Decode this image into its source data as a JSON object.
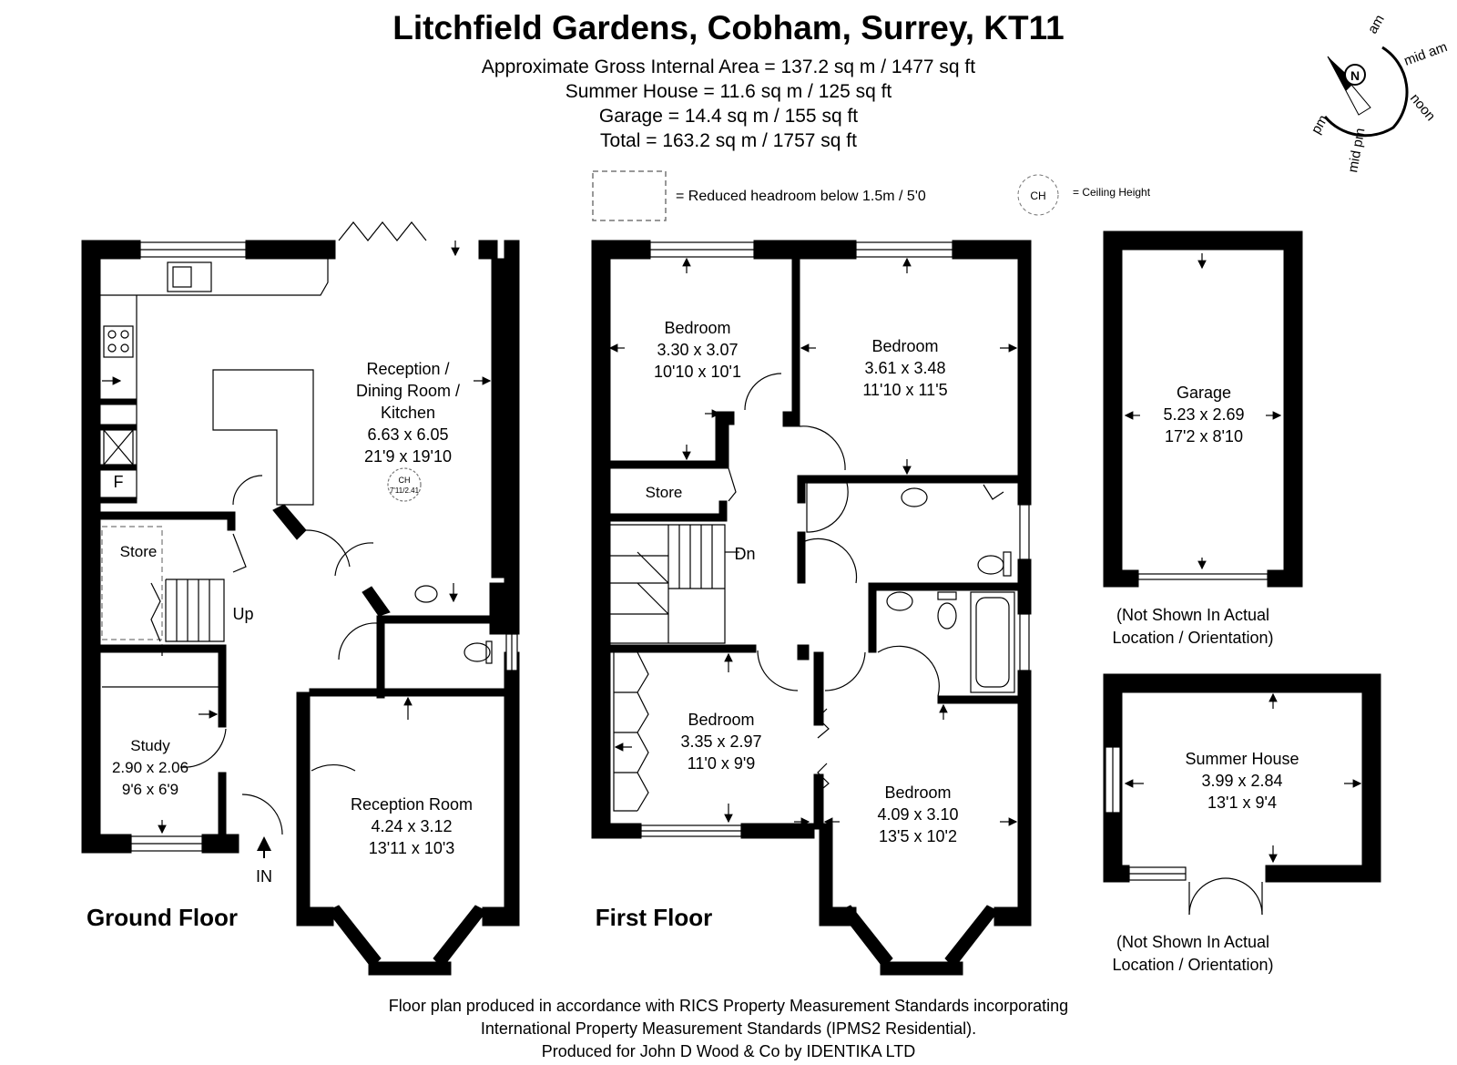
{
  "title": "Litchfield Gardens, Cobham, Surrey, KT11",
  "areas": [
    "Approximate Gross Internal Area = 137.2 sq m / 1477 sq ft",
    "Summer House = 11.6 sq m / 125 sq ft",
    "Garage = 14.4 sq m / 155 sq ft",
    "Total = 163.2 sq m / 1757 sq ft"
  ],
  "legend": {
    "reduced_headroom": "= Reduced headroom below 1.5m / 5'0",
    "ch_symbol": "CH",
    "ceiling_height": "= Ceiling Height"
  },
  "compass": {
    "north": "N",
    "am": "am",
    "mid_am": "mid am",
    "noon": "noon",
    "mid_pm": "mid pm",
    "pm": "pm"
  },
  "ground_floor": {
    "label": "Ground Floor",
    "reception_dining": {
      "name_1": "Reception /",
      "name_2": "Dining Room /",
      "name_3": "Kitchen",
      "metric": "6.63 x 6.05",
      "imperial": "21'9 x 19'10"
    },
    "ch_badge": {
      "label": "CH",
      "value": "7'11/2.41"
    },
    "fridge": "F",
    "store": "Store",
    "up": "Up",
    "study": {
      "name": "Study",
      "metric": "2.90 x 2.06",
      "imperial": "9'6 x 6'9"
    },
    "reception_room": {
      "name": "Reception Room",
      "metric": "4.24 x 3.12",
      "imperial": "13'11 x 10'3"
    },
    "entrance": "IN"
  },
  "first_floor": {
    "label": "First Floor",
    "bedroom_1": {
      "name": "Bedroom",
      "metric": "3.30 x 3.07",
      "imperial": "10'10 x 10'1"
    },
    "bedroom_2": {
      "name": "Bedroom",
      "metric": "3.61 x 3.48",
      "imperial": "11'10 x 11'5"
    },
    "store": "Store",
    "down": "Dn",
    "bedroom_3": {
      "name": "Bedroom",
      "metric": "3.35 x 2.97",
      "imperial": "11'0 x 9'9"
    },
    "bedroom_4": {
      "name": "Bedroom",
      "metric": "4.09 x 3.10",
      "imperial": "13'5 x 10'2"
    }
  },
  "garage": {
    "name": "Garage",
    "metric": "5.23 x 2.69",
    "imperial": "17'2 x 8'10",
    "note_1": "(Not Shown In Actual",
    "note_2": "Location / Orientation)"
  },
  "summer_house": {
    "name": "Summer House",
    "metric": "3.99 x 2.84",
    "imperial": "13'1 x 9'4",
    "note_1": "(Not Shown In Actual",
    "note_2": "Location / Orientation)"
  },
  "footer": [
    "Floor plan produced in accordance with RICS Property Measurement Standards incorporating",
    "International Property Measurement Standards (IPMS2 Residential).",
    "Produced for John D Wood & Co by IDENTIKA LTD"
  ]
}
